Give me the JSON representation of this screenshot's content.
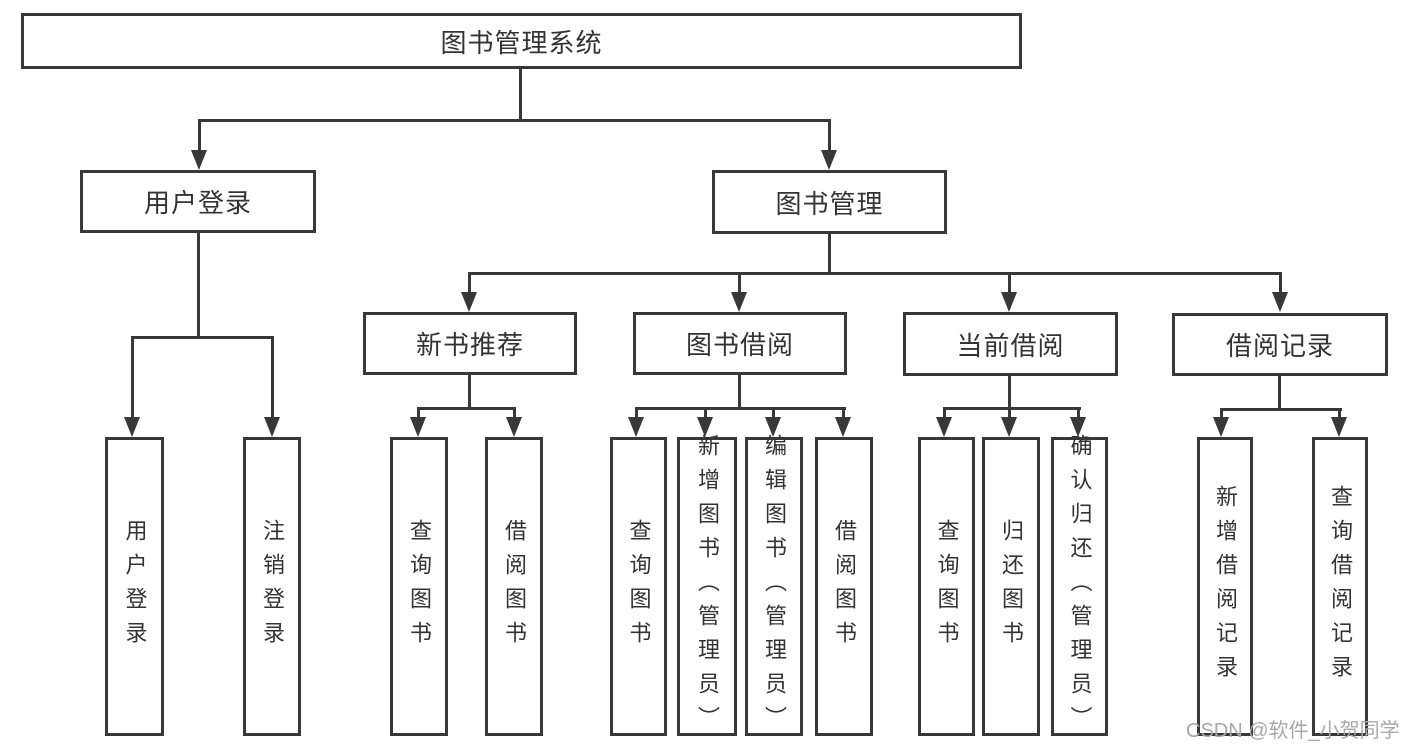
{
  "tree": {
    "label": "图书管理系统",
    "children": [
      {
        "label": "用户登录",
        "children": [
          {
            "label": "用户登录"
          },
          {
            "label": "注销登录"
          }
        ]
      },
      {
        "label": "图书管理",
        "children": [
          {
            "label": "新书推荐",
            "children": [
              {
                "label": "查询图书"
              },
              {
                "label": "借阅图书"
              }
            ]
          },
          {
            "label": "图书借阅",
            "children": [
              {
                "label": "查询图书"
              },
              {
                "label": "新增图书（管理员）"
              },
              {
                "label": "编辑图书（管理员）"
              },
              {
                "label": "借阅图书"
              }
            ]
          },
          {
            "label": "当前借阅",
            "children": [
              {
                "label": "查询图书"
              },
              {
                "label": "归还图书"
              },
              {
                "label": "确认归还（管理员）"
              }
            ]
          },
          {
            "label": "借阅记录",
            "children": [
              {
                "label": "新增借阅记录"
              },
              {
                "label": "查询借阅记录"
              }
            ]
          }
        ]
      }
    ]
  },
  "watermark": {
    "text": "CSDN @软件_小贺同学"
  },
  "colors": {
    "line": "#383838",
    "text": "#333333",
    "box_background": "#ffffff",
    "watermark": "#a8a8a8"
  }
}
